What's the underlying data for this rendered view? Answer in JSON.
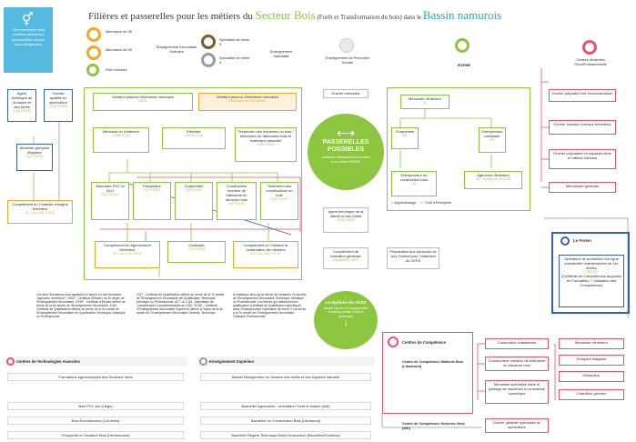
{
  "title": {
    "part1": "Filières et passerelles pour les métiers du ",
    "part2": "Secteur Bois",
    "part3": " (Forêt et Transformation du bois) dans le ",
    "part4": "Bassin namurois"
  },
  "colors": {
    "green": "#8cc63f",
    "orange": "#f7a823",
    "red": "#e9546b",
    "blue": "#2f63ad",
    "purple": "#b08ac0",
    "teal": "#2aa6b8",
    "grey": "#9a9a9a"
  },
  "intro_text": "Ces formations sont ouvertes autant aux femmes/filles qu'aux hommes/garçons",
  "intro_icon": "gender-icon",
  "legend": {
    "alt45": "Alternance art 45",
    "alt49": "Alternance art 49",
    "plein": "Plein exercice",
    "ens_ordinaire": "Enseignement Secondaire Ordinaire",
    "spec_forme3": "Spécialisé de forme 3",
    "spec_forme4": "Spécialisé de forme 4",
    "ens_special": "Enseignement Spécialisé",
    "ens_promo": "Enseignement de Promotion Sociale",
    "ifapme": "IFAPME",
    "centres_insertion": "Centres d'Insertion SocioProfessionnelle"
  },
  "left_col": {
    "agent": {
      "label": "Agent technique de la nature et des forêts",
      "sub": "CQ6+CESS"
    },
    "ouvrier": {
      "label": "Ouvrier qualifié en sylviculture",
      "sub": "CQ6+CESS"
    },
    "arboriste": {
      "label": "Arboriste grimpeur élagueur",
      "sub": "CQ7+CESS"
    },
    "conducteur": {
      "label": "Complément en Conduite d'engins forestiers",
      "sub": "AC7 ou CQ6+CESS"
    }
  },
  "green_block": {
    "monteur_placeur": {
      "label": "Monteur placeur d'éléments menuisés",
      "sub": "CESS"
    },
    "monteur_placeur_alt": {
      "label": "Monteur placeur d'éléments menuisés",
      "sub": "Attestation de Réinsertion"
    },
    "menuisier": {
      "label": "Menuisier et d'intérieur",
      "sub": "CE6D+CQ6"
    },
    "ebeniste": {
      "label": "Ebéniste",
      "sub": "CESS+CQ6"
    },
    "technicien_ind": {
      "label": "Technicien des industries du bois / technicien de fabrication bois et matériaux associés",
      "sub": "CQ6+CESS"
    },
    "menuisier_pvc": {
      "label": "Menuisier PVC et ALU",
      "sub": "CQ7+CESS"
    },
    "parqueteur": {
      "label": "Parqueteur",
      "sub": "CQ7+CESS"
    },
    "charpentier": {
      "label": "Charpentier",
      "sub": "CQ7+CESS"
    },
    "constructeur": {
      "label": "Constructeur monteur de bâtiments en structure bois",
      "sub": "CQ7+CESS"
    },
    "technicien_constr": {
      "label": "Technicien des constructions en bois",
      "sub": "CQ7+CESS"
    },
    "agencement": {
      "label": "Complément en Agencement d'intérieur",
      "sub": "AC7 ou CQ6+CESS"
    },
    "cuisiniste": {
      "label": "Cuisiniste",
      "sub": "CQ7+CESS"
    },
    "creation": {
      "label": "Complément en Création et restauration de meubles",
      "sub": "AC7 ou CQ6+CESS"
    }
  },
  "passerelles": {
    "title": "PASSERELLES POSSIBLES",
    "text": "contactez l'établissement scolaire ou le centre IFAPME",
    "icon": "double-arrow-icon"
  },
  "promo": {
    "ouvrier_menuisier": "Ouvrier menuisier",
    "agent_tech": {
      "label": "Agent technique de la nature et des forêts",
      "sub": "CQ6+CESS"
    },
    "complement": {
      "label": "Complément de formation générale",
      "sub": "Equivalent CESS"
    },
    "preparation": "Préparation aux épreuves du Jury Central pour l'obtention du CESS"
  },
  "ifapme": {
    "menuisier": {
      "label": "Menuisier d'intérieur",
      "sub": "A"
    },
    "charpentier": {
      "label": "Charpentier",
      "sub": "CE"
    },
    "entrepreneur_menuisier": {
      "label": "Entrepreneur menuisier",
      "sub": "CE"
    },
    "entrepreneur_constr": {
      "label": "Entrepreneur en construction bois",
      "sub": "CE"
    },
    "agenceur": {
      "label": "Agenceur d'intérieur",
      "sub": "CE - à partir de 09/2018"
    },
    "legend_a": "Apprentissage",
    "legend_ce": "Chef d'Entreprise"
  },
  "cisp": {
    "ouvrier_polyvalent": "Ouvrier polyvalent en écoconstruction",
    "ouvrier_forestier": "Ouvrier forestier (travaux forestiers)",
    "ouvrier_espaces": "Ouvrier polyvalent en espaces verts et milieux naturels",
    "menuiserie": "Menuiserie générale"
  },
  "forem": {
    "title": "Le Forem",
    "operateur": "Opérateur de production sur ligne industrielle/ maintenancier de 1er niveau",
    "operateur_sub": "CQ6/CQ7",
    "note": "(Certificat de Compétences Acquises en Formation) + Validation des Compétences"
  },
  "cess_badge": {
    "title": "Le diplôme du CESS",
    "text": "permet l'accès à l'Enseignement Supérieur (Haute École et Université)",
    "icon": "arrow-down-icon"
  },
  "notes": {
    "col1": "Les deux formations sont appelées à l'avenir en une formation 'Agenceur d'intérieur'. CE6D - Certificat d'Etudes du 2e degré de l'Enseignement Secondaire. CE6P - Certificat d'Etudes délivré au terme de la 6e année de l'Enseignement Secondaire. CQ6 - Certificat de Qualification délivré au terme de la 6e année de l'Enseignement Secondaire de Qualification Technique, Artistique ou Professionnel.",
    "col2": "CQ7 - Certificat de Qualification délivré au terme de la 7e année de l'Enseignement Secondaire de Qualification Technique, Artistique ou Professionnel. AC7 ou CQ6 - Attestation de Compétences Complémentaires au CQ6. CESS - Certificat d'Enseignement Secondaire Supérieur délivré à l'issue de la 6e année de l'Enseignement Secondaire Général, Technique.",
    "col3": "et Artistique ainsi qu'au terme de certaines 7e années de l'Enseignement Secondaire Technique, Artistique ou Professionnel. Les élèves qui obtiennent leur qualification (Certificat de Qualification spécifique) dans l'Enseignement Spécialisé de forme 3 ont accès à la 7e année de l'Enseignement Secondaire Ordinaire Professionnel."
  },
  "centres_competence": {
    "title": "Centres de Compétence",
    "wallonie": "Centre de Compétence Wallonie Bois (Libramont)",
    "secteurs_verts": "Centre de Compétence Secteurs Verts (Ath)",
    "conducteur": "Conducteur d'abatteuse",
    "constructeur": "Constructeur monteur de bâtiments en structure bois",
    "menuisier_spec": "Menuisier spécialisé dans le pilotage de machines à commande numérique",
    "ouvrier_jardinier": "Ouvrier jardinier spécialisé en sylviculture",
    "menuisier_int": "Menuisier d'intérieur",
    "grimpeur": "Grimpeur élagueur",
    "debardeur": "Débardeur",
    "chauffeur": "Chauffeur grumier"
  },
  "ctc": {
    "title": "Centres de Technologies Avancées",
    "items": [
      "Formations agronomiques des Secteurs Verts",
      "Bois PVC Alu (Liège)",
      "Bois Éconstruction (Comines)",
      "Charpente et Ossature Bois (Herbeumont)"
    ]
  },
  "superieur": {
    "title": "Enseignement Supérieur",
    "items": [
      "Master Bioingénieur en Gestion des forêts et des espaces naturels",
      "Bachelier Agronomie - orientation Forêt et Nature (Ath)",
      "Bachelier en Construction Bois (Libramont)",
      "Bachelier Régent Technique Bois/Construction (Bruxelles/Comines)"
    ]
  }
}
